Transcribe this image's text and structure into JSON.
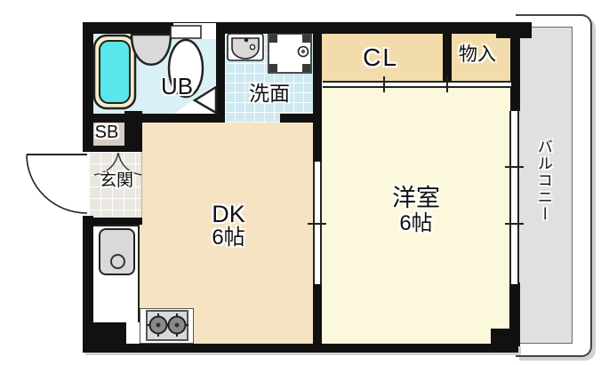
{
  "floorplan": {
    "rooms": {
      "unit_bath": {
        "label": "UB"
      },
      "washroom": {
        "label": "洗面"
      },
      "closet": {
        "label": "CL"
      },
      "storage": {
        "label": "物入"
      },
      "shoe_box": {
        "label": "SB"
      },
      "entrance": {
        "label": "玄関"
      },
      "dining_kitchen": {
        "label": "DK",
        "size": "6帖"
      },
      "western_room": {
        "label": "洋室",
        "size": "6帖"
      },
      "balcony": {
        "label": "バルコニー"
      }
    },
    "fixtures": [
      "bathtub",
      "washbasin",
      "toilet",
      "lavatory-sink",
      "washing-machine-pan",
      "kitchen-sink",
      "two-burner-stove",
      "entrance-door",
      "sliding-doors",
      "balcony-window"
    ],
    "colors": {
      "wall": "#111111",
      "unit_bath_floor": "#d8f0f6",
      "bathtub_fill": "#5ae6ea",
      "bathtub_rim": "#f4ecca",
      "washroom_tile": "#cfe9f2",
      "closet_floor": "#f2dcab",
      "dk_floor": "#f5e3c2",
      "western_room_floor": "#fcf8dc",
      "shoe_box_floor": "#d6cdc2",
      "entrance_tile": "#eae7e1",
      "balcony_deck": "#e0e0e0",
      "fixture_gray": "#d9d9d9"
    }
  }
}
